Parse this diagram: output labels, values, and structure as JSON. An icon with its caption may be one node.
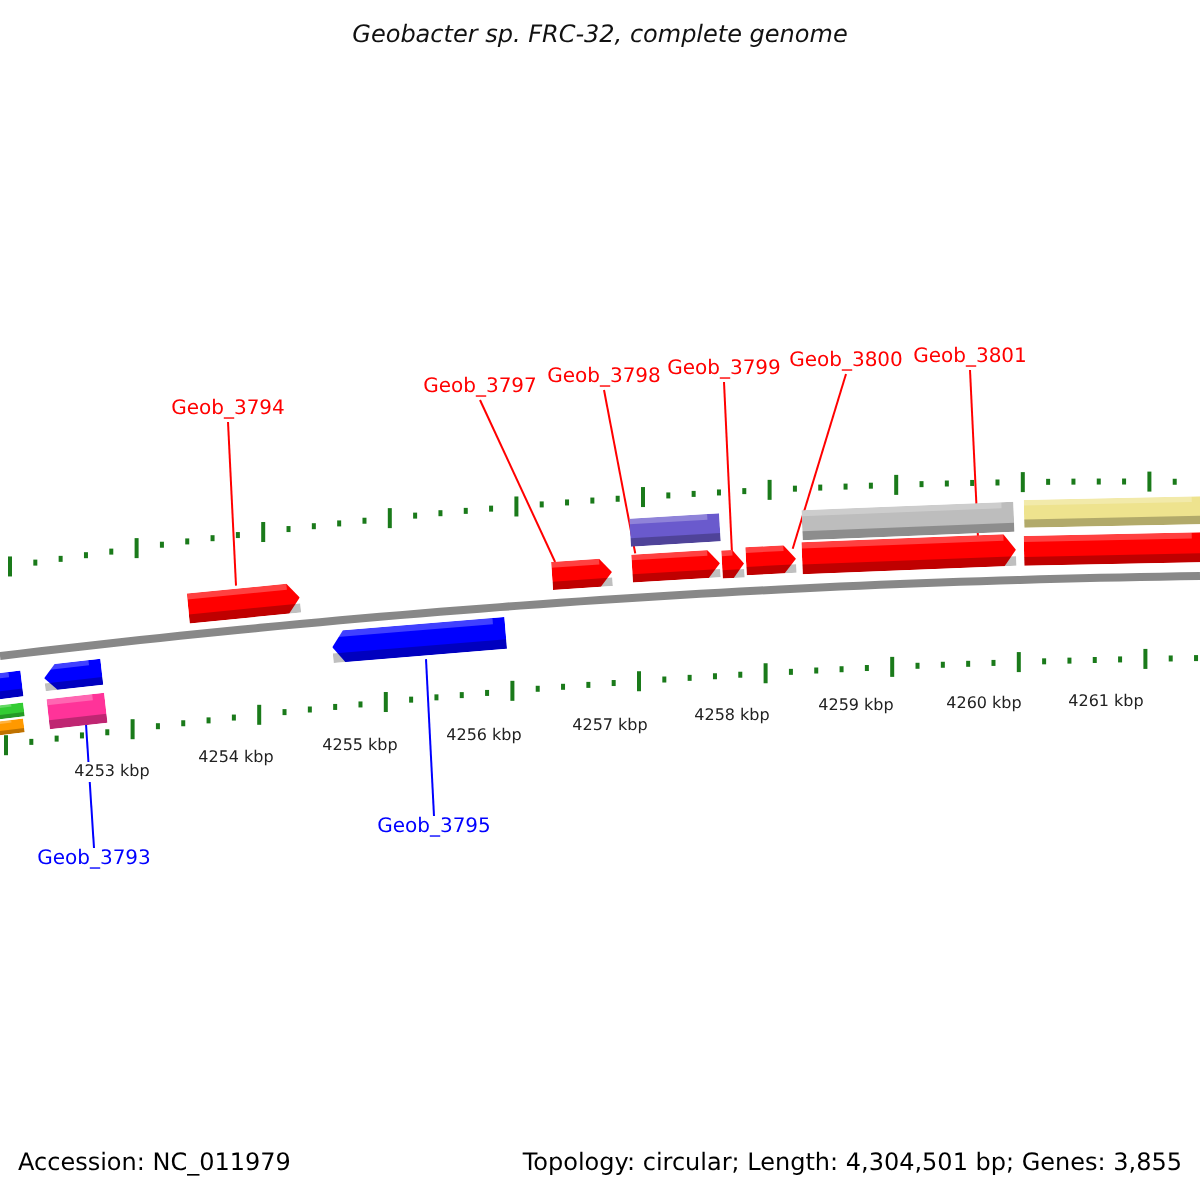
{
  "diagram": {
    "title": "Geobacter sp. FRC-32, complete genome",
    "nodes": [
      {
        "text": [
          "Geob_3794"
        ]
      },
      {
        "text": [
          "Geob_3797"
        ]
      },
      {
        "text": [
          "Geob_3798"
        ]
      },
      {
        "text": [
          "Geob_3799"
        ]
      },
      {
        "text": [
          "Geob_3800"
        ]
      },
      {
        "text": [
          "Geob_3801"
        ]
      },
      {
        "text": [],
        "shape": "bar"
      },
      {
        "text": [],
        "shape": "bar"
      },
      {
        "text": [],
        "shape": "bar"
      },
      {
        "text": [],
        "shape": "pentagon"
      },
      {
        "text": [],
        "shape": "pentagon"
      },
      {
        "text": [],
        "shape": "pentagon"
      },
      {
        "text": [],
        "shape": "pentagon"
      },
      {
        "text": [],
        "shape": "pentagon"
      },
      {
        "text": [],
        "shape": "pentagon"
      },
      {
        "text": [],
        "shape": "bar"
      },
      {
        "text": [],
        "shape": "bar"
      },
      {
        "text": [],
        "shape": "pentagon"
      },
      {
        "text": [],
        "shape": "pentagon"
      },
      {
        "text": [],
        "shape": "bar"
      },
      {
        "text": [],
        "shape": "bar"
      },
      {
        "text": [],
        "shape": "bar"
      },
      {
        "text": [
          "Geob_3793"
        ]
      },
      {
        "text": [
          "Geob_3795"
        ]
      }
    ],
    "edges": [
      {
        "from": 0,
        "to": 9,
        "arrow": "none"
      },
      {
        "from": 1,
        "to": 10,
        "arrow": "none"
      },
      {
        "from": 2,
        "to": 11,
        "arrow": "none"
      },
      {
        "from": 3,
        "to": 12,
        "arrow": "none"
      },
      {
        "from": 4,
        "to": 13,
        "arrow": "none"
      },
      {
        "from": 5,
        "to": 14,
        "arrow": "none"
      },
      {
        "from": 22,
        "to": 21,
        "arrow": "none",
        "color": "#0000ff"
      },
      {
        "from": 23,
        "to": 18,
        "arrow": "none",
        "color": "#0000ff"
      }
    ],
    "labels": [
      "4253 kbp",
      "4254 kbp",
      "4255 kbp",
      "4256 kbp",
      "4257 kbp",
      "4258 kbp",
      "4259 kbp",
      "4260 kbp",
      "4261 kbp",
      "Accession: NC_011979",
      "Topology: circular; Length: 4,304,501 bp; Genes: 3,855"
    ]
  }
}
